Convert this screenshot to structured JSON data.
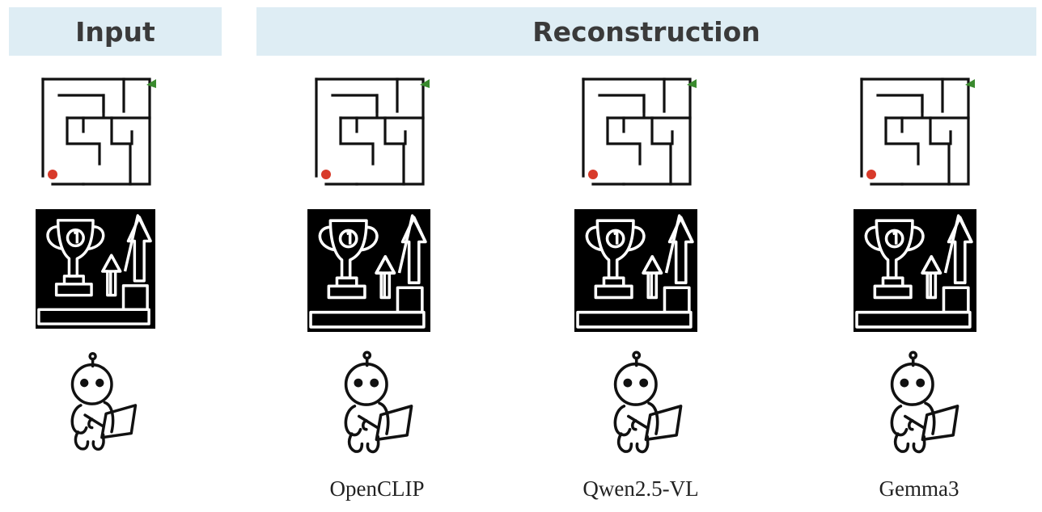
{
  "headers": {
    "input": "Input",
    "reconstruction": "Reconstruction"
  },
  "columns": [
    {
      "id": "input",
      "label": ""
    },
    {
      "id": "openclip",
      "label": "OpenCLIP"
    },
    {
      "id": "qwen",
      "label": "Qwen2.5-VL"
    },
    {
      "id": "gemma",
      "label": "Gemma3"
    }
  ],
  "rows": [
    "maze",
    "trophy",
    "robot"
  ],
  "colors": {
    "header_bg": "#deedf4",
    "maze_goal": "#3a8a2e",
    "maze_start": "#d83a2a",
    "ink": "#111111"
  }
}
